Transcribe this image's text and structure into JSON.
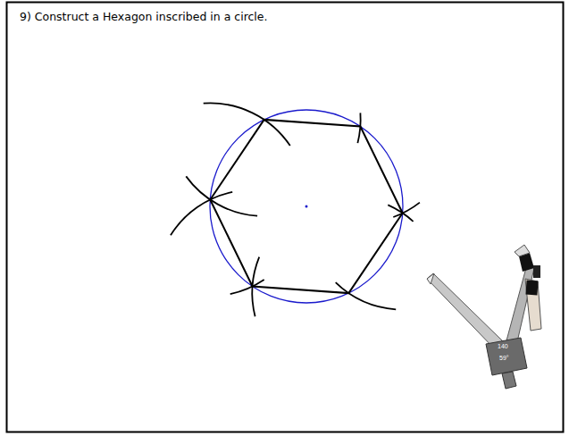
{
  "diagram": {
    "title": "9) Construct a Hexagon inscribed in a circle.",
    "labels": [
      "140",
      "59°"
    ]
  }
}
